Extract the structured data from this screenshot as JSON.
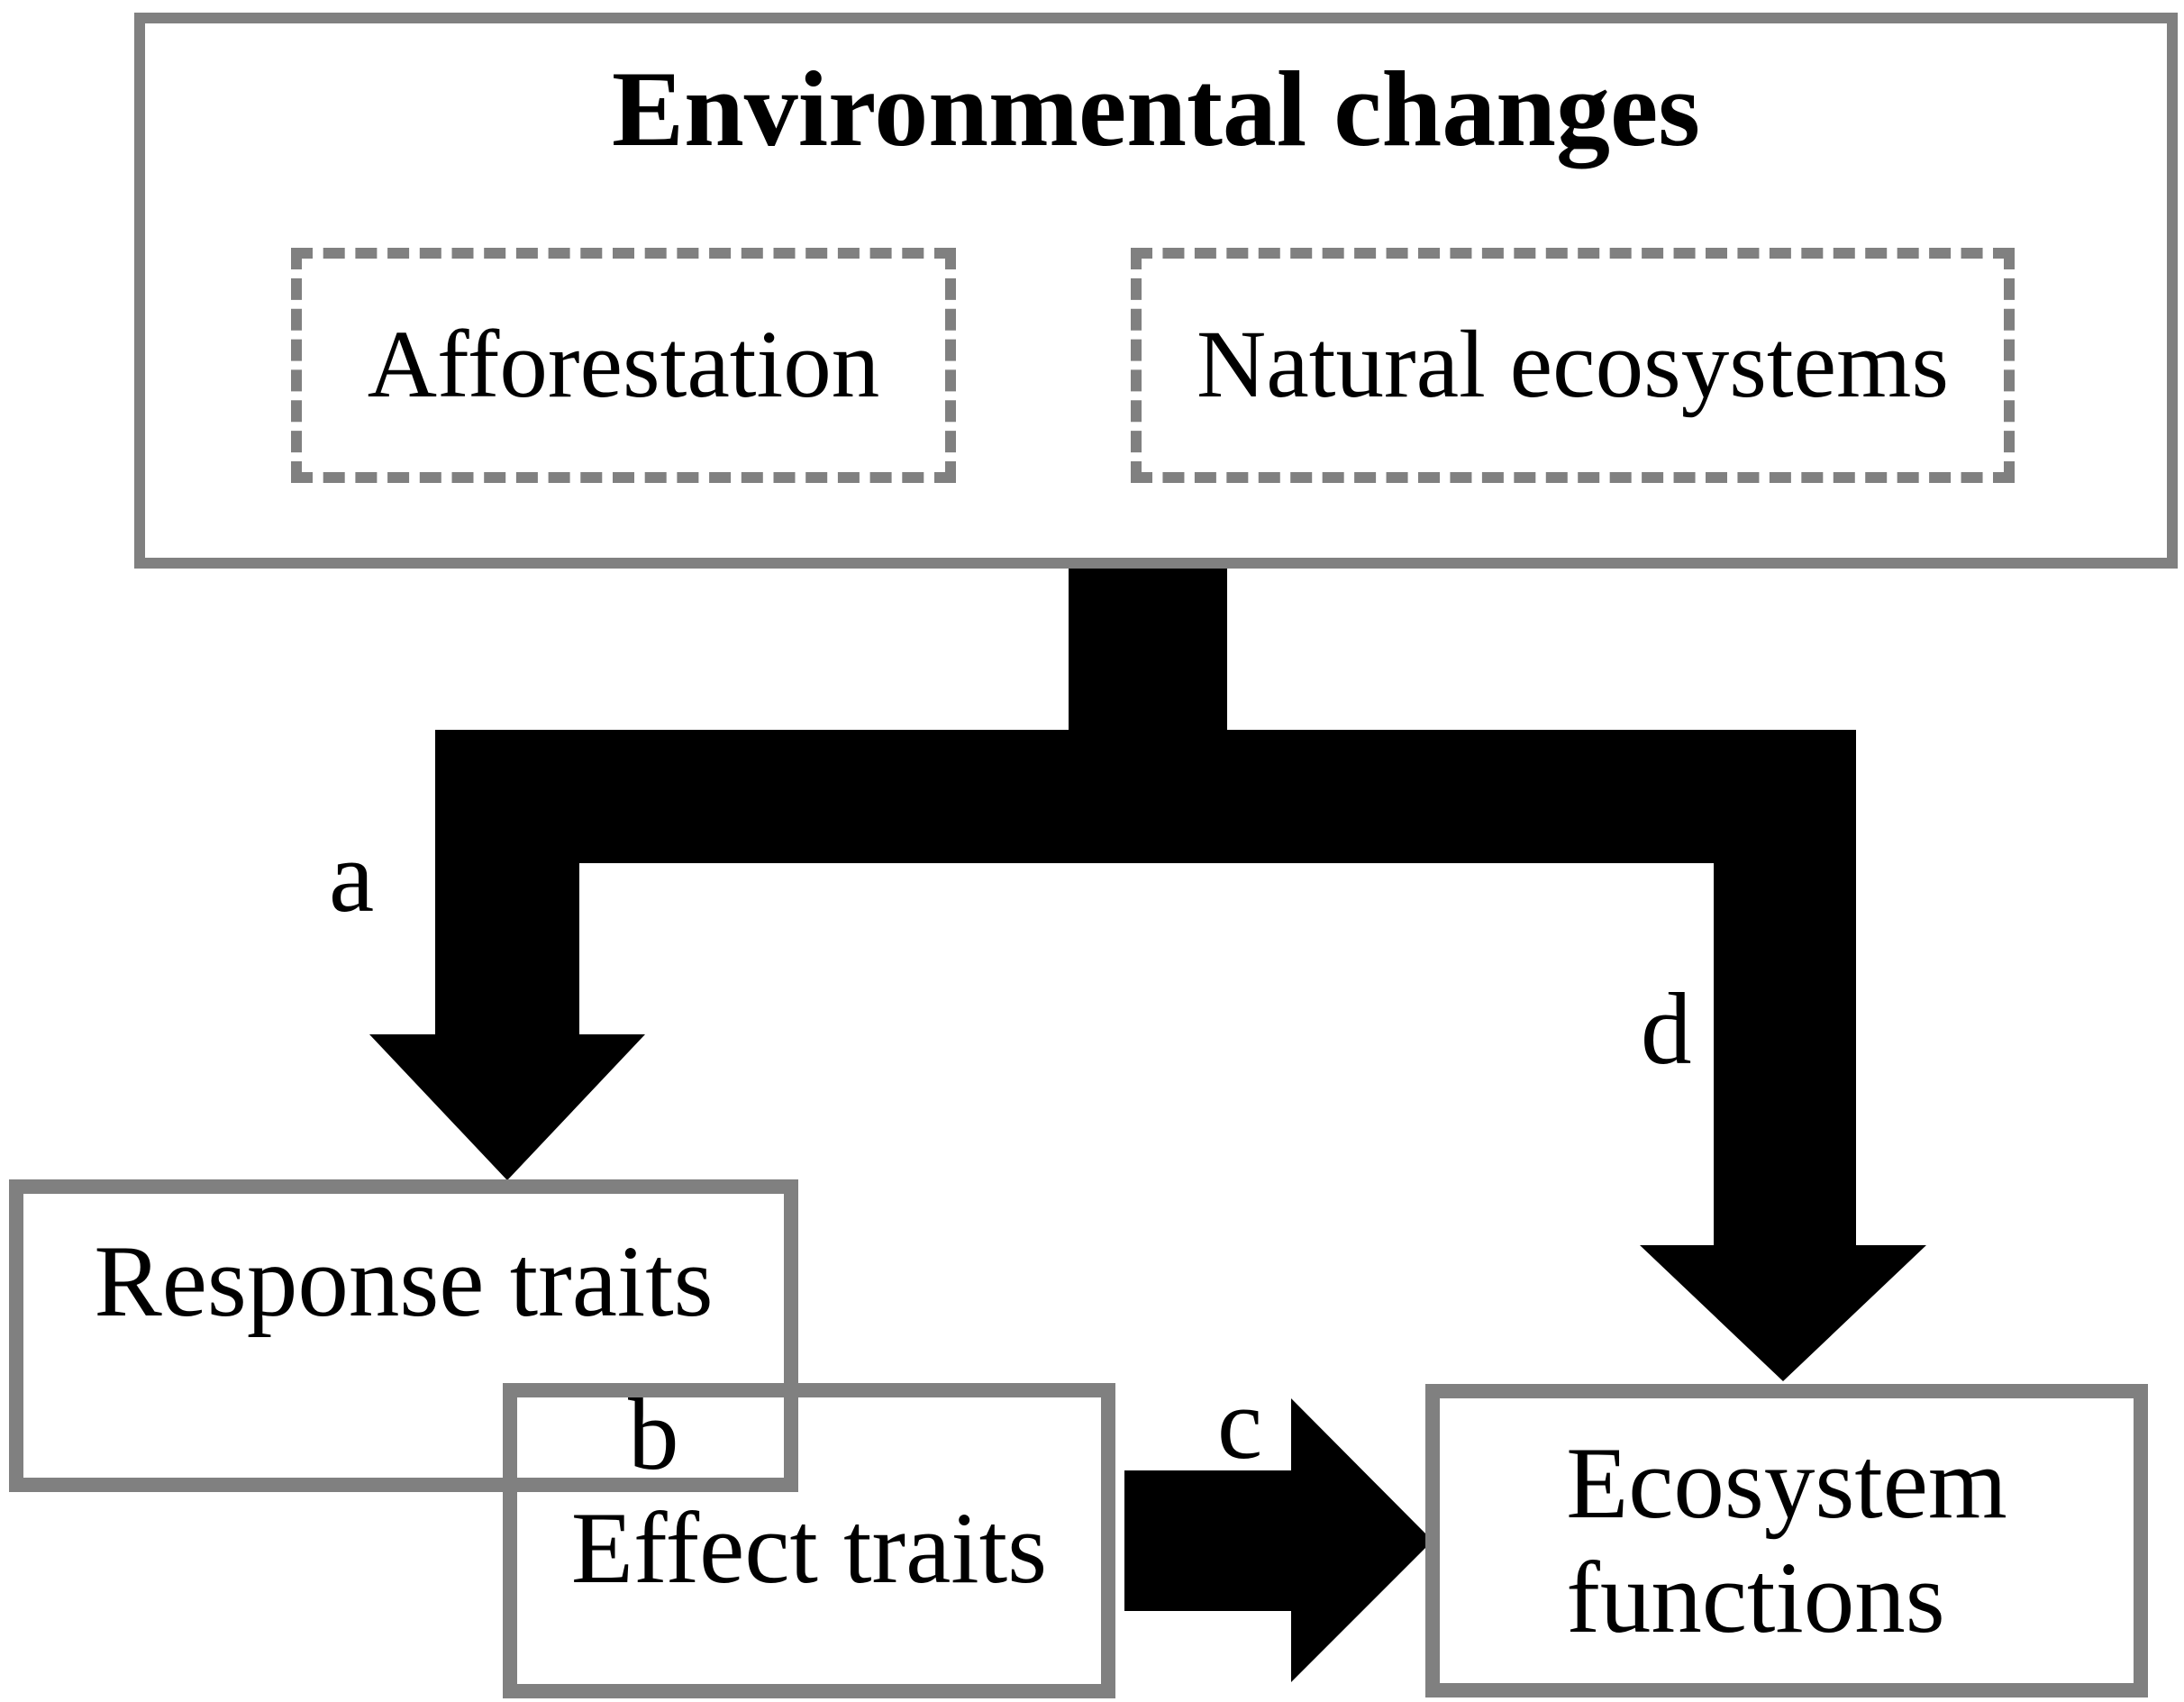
{
  "diagram": {
    "colors": {
      "background": "#ffffff",
      "box_border_gray": "#808080",
      "arrow_black": "#000000",
      "text_black": "#000000"
    },
    "env_box": {
      "title": "Environmental changes",
      "drivers": [
        {
          "label": "Afforestation"
        },
        {
          "label": "Natural ecosystems"
        }
      ]
    },
    "response_box": {
      "label": "Response traits"
    },
    "effect_box": {
      "label": "Effect traits"
    },
    "ecosystem_box": {
      "line1": "Ecosystem",
      "line2": "functions"
    },
    "path_labels": {
      "a": "a",
      "b": "b",
      "c": "c",
      "d": "d"
    }
  }
}
